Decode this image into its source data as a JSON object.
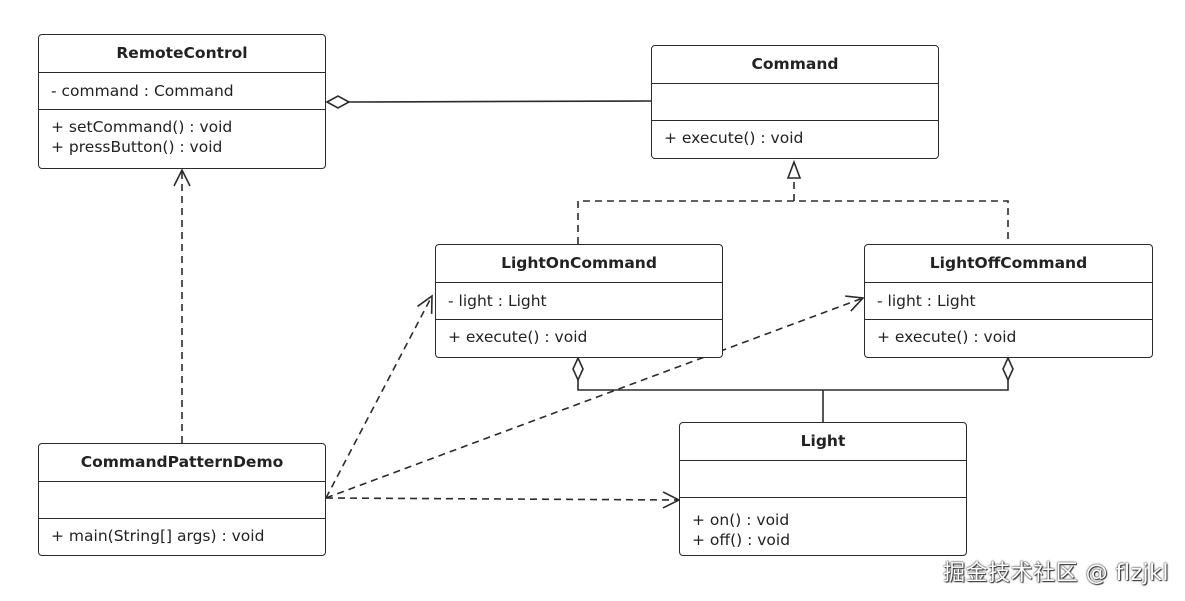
{
  "classes": {
    "remote_control": {
      "name": "RemoteControl",
      "attributes": [
        "- command : Command"
      ],
      "operations": [
        "+ setCommand() : void",
        "+ pressButton() : void"
      ]
    },
    "command": {
      "name": "Command",
      "attributes": [],
      "operations": [
        "+ execute() : void"
      ]
    },
    "light_on_command": {
      "name": "LightOnCommand",
      "attributes": [
        "- light : Light"
      ],
      "operations": [
        "+ execute() : void"
      ]
    },
    "light_off_command": {
      "name": "LightOffCommand",
      "attributes": [
        "- light : Light"
      ],
      "operations": [
        "+ execute() : void"
      ]
    },
    "command_pattern_demo": {
      "name": "CommandPatternDemo",
      "attributes": [],
      "operations": [
        "+ main(String[] args) : void"
      ]
    },
    "light": {
      "name": "Light",
      "attributes": [],
      "operations": [
        "+ on() : void",
        "+ off() : void"
      ]
    }
  },
  "relationships": [
    {
      "from": "RemoteControl",
      "to": "Command",
      "type": "aggregation"
    },
    {
      "from": "LightOnCommand",
      "to": "Command",
      "type": "realization"
    },
    {
      "from": "LightOffCommand",
      "to": "Command",
      "type": "realization"
    },
    {
      "from": "LightOnCommand",
      "to": "Light",
      "type": "aggregation"
    },
    {
      "from": "LightOffCommand",
      "to": "Light",
      "type": "aggregation"
    },
    {
      "from": "CommandPatternDemo",
      "to": "RemoteControl",
      "type": "dependency"
    },
    {
      "from": "CommandPatternDemo",
      "to": "LightOnCommand",
      "type": "dependency"
    },
    {
      "from": "CommandPatternDemo",
      "to": "LightOffCommand",
      "type": "dependency"
    },
    {
      "from": "CommandPatternDemo",
      "to": "Light",
      "type": "dependency"
    }
  ],
  "watermark": "掘金技术社区 @ flzjkl",
  "colors": {
    "stroke": "#2b2b2b",
    "background": "#ffffff"
  }
}
